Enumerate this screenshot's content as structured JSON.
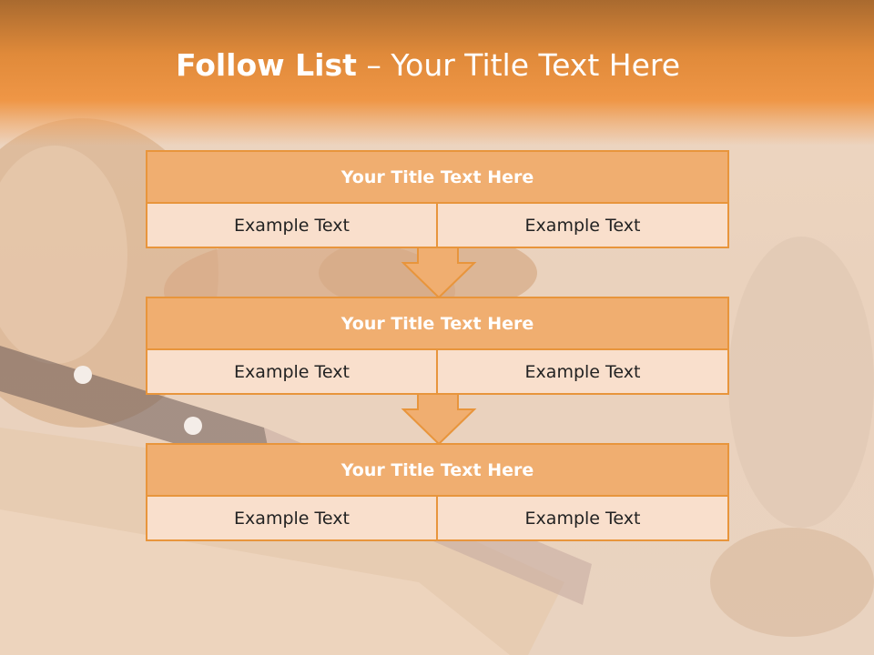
{
  "slide": {
    "title_bold": "Follow List",
    "title_rest": " – Your Title Text Here"
  },
  "blocks": [
    {
      "title": "Your Title Text Here",
      "left": "Example Text",
      "right": "Example Text"
    },
    {
      "title": "Your Title Text Here",
      "left": "Example Text",
      "right": "Example Text"
    },
    {
      "title": "Your Title Text Here",
      "left": "Example Text",
      "right": "Example Text"
    }
  ],
  "colors": {
    "accent": "#e8953c",
    "header_fill": "#f0ae70",
    "cell_fill": "#f9dfcc",
    "title_bar": "#ef9646"
  }
}
